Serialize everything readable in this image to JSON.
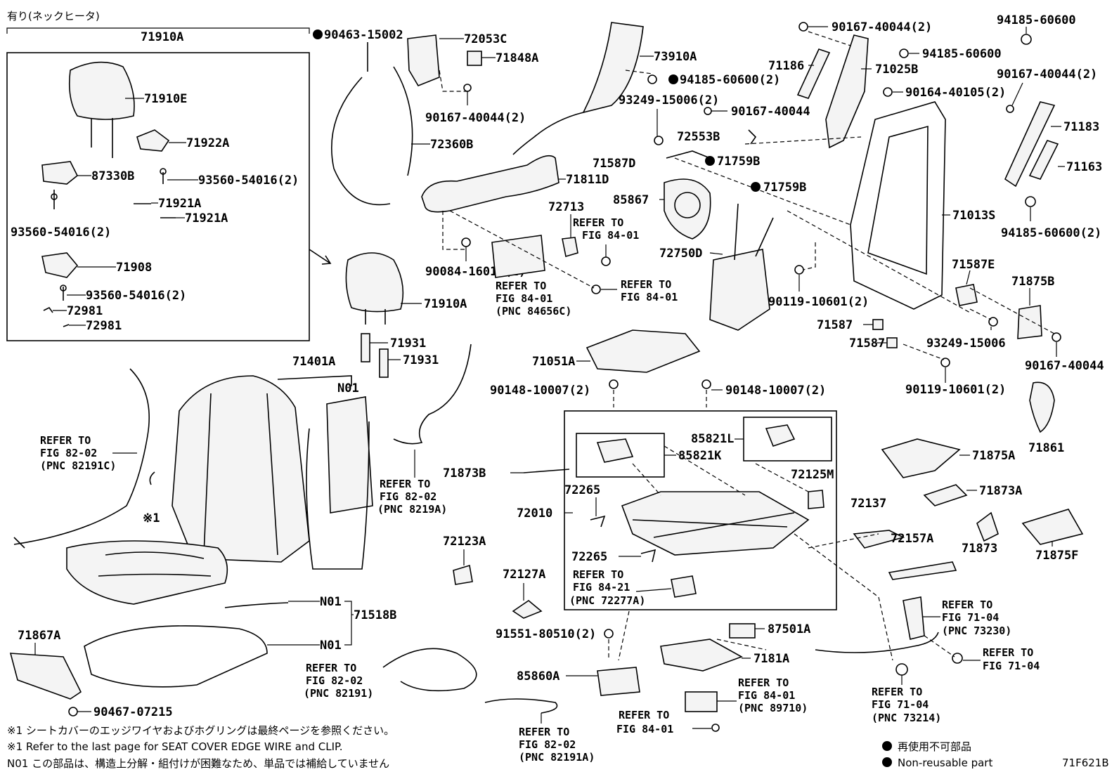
{
  "header": {
    "caption": "有り(ネックヒータ)",
    "group_label": "71910A"
  },
  "headrest_box": {
    "items": [
      "71910E",
      "71922A",
      "87330B",
      "93560-54016(2)",
      "71921A",
      "71921A",
      "93560-54016(2)",
      "71908",
      "93560-54016(2)",
      "72981",
      "72981"
    ]
  },
  "parts": {
    "p90463": "90463-15002",
    "p72053C": "72053C",
    "p71848A": "71848A",
    "p90167a": "90167-40044(2)",
    "p72360B": "72360B",
    "p73910A": "73910A",
    "p94185a": "94185-60600(2)",
    "p93249a": "93249-15006(2)",
    "p90167b": "90167-40044",
    "p72553B": "72553B",
    "p71587D": "71587D",
    "p71759B1": "71759B",
    "p71759B2": "71759B",
    "p85867": "85867",
    "p72750D": "72750D",
    "p71811D": "71811D",
    "p72713": "72713",
    "p90084": "90084-16012(2)",
    "p71186": "71186",
    "p71025B": "71025B",
    "p90167c": "90167-40044(2)",
    "p94185b": "94185-60600",
    "p90164": "90164-40105(2)",
    "p94185c": "94185-60600",
    "p90167d": "90167-40044(2)",
    "p71183": "71183",
    "p71163": "71163",
    "p94185d": "94185-60600(2)",
    "p71013S": "71013S",
    "p71587E": "71587E",
    "p71875B": "71875B",
    "p90119a": "90119-10601(2)",
    "p71587a": "71587",
    "p71587b": "71587",
    "p93249b": "93249-15006",
    "p90167e": "90167-40044",
    "p90119b": "90119-10601(2)",
    "p71910A": "71910A",
    "p71931a": "71931",
    "p71931b": "71931",
    "p71051A": "71051A",
    "p90148a": "90148-10007(2)",
    "p90148b": "90148-10007(2)",
    "p85821L": "85821L",
    "p85821K": "85821K",
    "p72125M": "72125M",
    "p71873B": "71873B",
    "p72265a": "72265",
    "p72010": "72010",
    "p72265b": "72265",
    "p72123A": "72123A",
    "p72127A": "72127A",
    "p91551": "91551-80510(2)",
    "p85860A": "85860A",
    "p87501A": "87501A",
    "p7181A": "7181A",
    "p71401A": "71401A",
    "pN01a": "N01",
    "pN01b": "N01",
    "pN01c": "N01",
    "p71518B": "71518B",
    "p71867A": "71867A",
    "p90467": "90467-07215",
    "p71861": "71861",
    "p71875A": "71875A",
    "p71873A": "71873A",
    "p72137": "72137",
    "p72157A": "72157A",
    "p71873": "71873",
    "p71875F": "71875F",
    "x1mark": "※1"
  },
  "refs": {
    "r1": [
      "REFER TO",
      "FIG 84-01"
    ],
    "r2": [
      "REFER TO",
      "FIG 84-01"
    ],
    "r3": [
      "REFER TO",
      "FIG 84-01",
      "(PNC 84656C)"
    ],
    "r4": [
      "REFER TO",
      "FIG 82-02",
      "(PNC 82191C)"
    ],
    "r5": [
      "REFER TO",
      "FIG 82-02",
      "(PNC 8219A)"
    ],
    "r6": [
      "REFER TO",
      "FIG 84-21",
      "(PNC 72277A)"
    ],
    "r7": [
      "REFER TO",
      "FIG 82-02",
      "(PNC 82191)"
    ],
    "r8": [
      "REFER TO",
      "FIG 82-02",
      "(PNC 82191A)"
    ],
    "r9": [
      "REFER TO",
      "FIG 84-01"
    ],
    "r10": [
      "REFER TO",
      "FIG 84-01",
      "(PNC 89710)"
    ],
    "r11": [
      "REFER TO",
      "FIG 71-04",
      "(PNC 73230)"
    ],
    "r12": [
      "REFER TO",
      "FIG 71-04"
    ],
    "r13": [
      "REFER TO",
      "FIG 71-04",
      "(PNC 73214)"
    ]
  },
  "notes": {
    "jp1": "※1 シートカバーのエッジワイヤおよびホグリングは最終ページを参照ください。",
    "en1": "※1 Refer to the last page for SEAT COVER EDGE WIRE and CLIP.",
    "jp2": "N01 この部品は、構造上分解・組付けが困難なため、単品では補給していません"
  },
  "legend": {
    "jp": "再使用不可部品",
    "en": "Non-reusable part",
    "code": "71F621B"
  }
}
